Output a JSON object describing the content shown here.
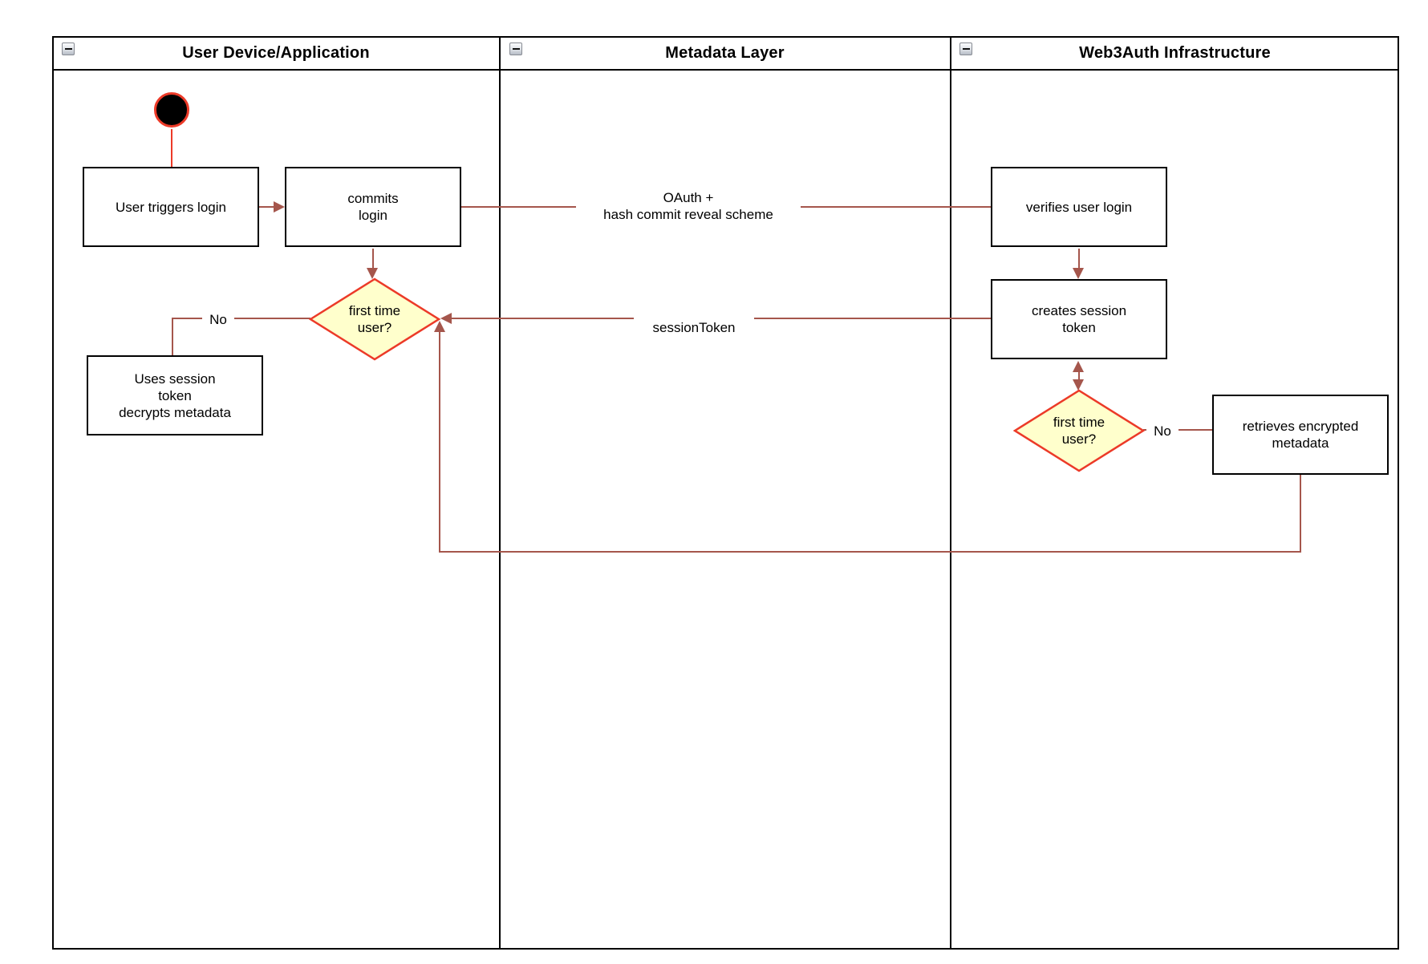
{
  "lanes": [
    {
      "title": "User Device/Application"
    },
    {
      "title": "Metadata Layer"
    },
    {
      "title": "Web3Auth Infrastructure"
    }
  ],
  "nodes": {
    "user_triggers_login": "User triggers login",
    "commits_login": "commits\nlogin",
    "first_time_user_1": "first time\nuser?",
    "uses_session_token": "Uses session\ntoken\ndecrypts metadata",
    "verifies_user_login": "verifies user login",
    "creates_session_token": "creates session\ntoken",
    "first_time_user_2": "first time\nuser?",
    "retrieves_encrypted_metadata": "retrieves encrypted\nmetadata"
  },
  "edge_labels": {
    "oauth": "OAuth +\nhash commit reveal scheme",
    "session_token": "sessionToken",
    "no_left": "No",
    "no_right": "No"
  },
  "colors": {
    "line_color": "#a5564c",
    "red": "#ec3a28",
    "diamond_fill": "#ffffcc",
    "border_black": "#000000"
  }
}
